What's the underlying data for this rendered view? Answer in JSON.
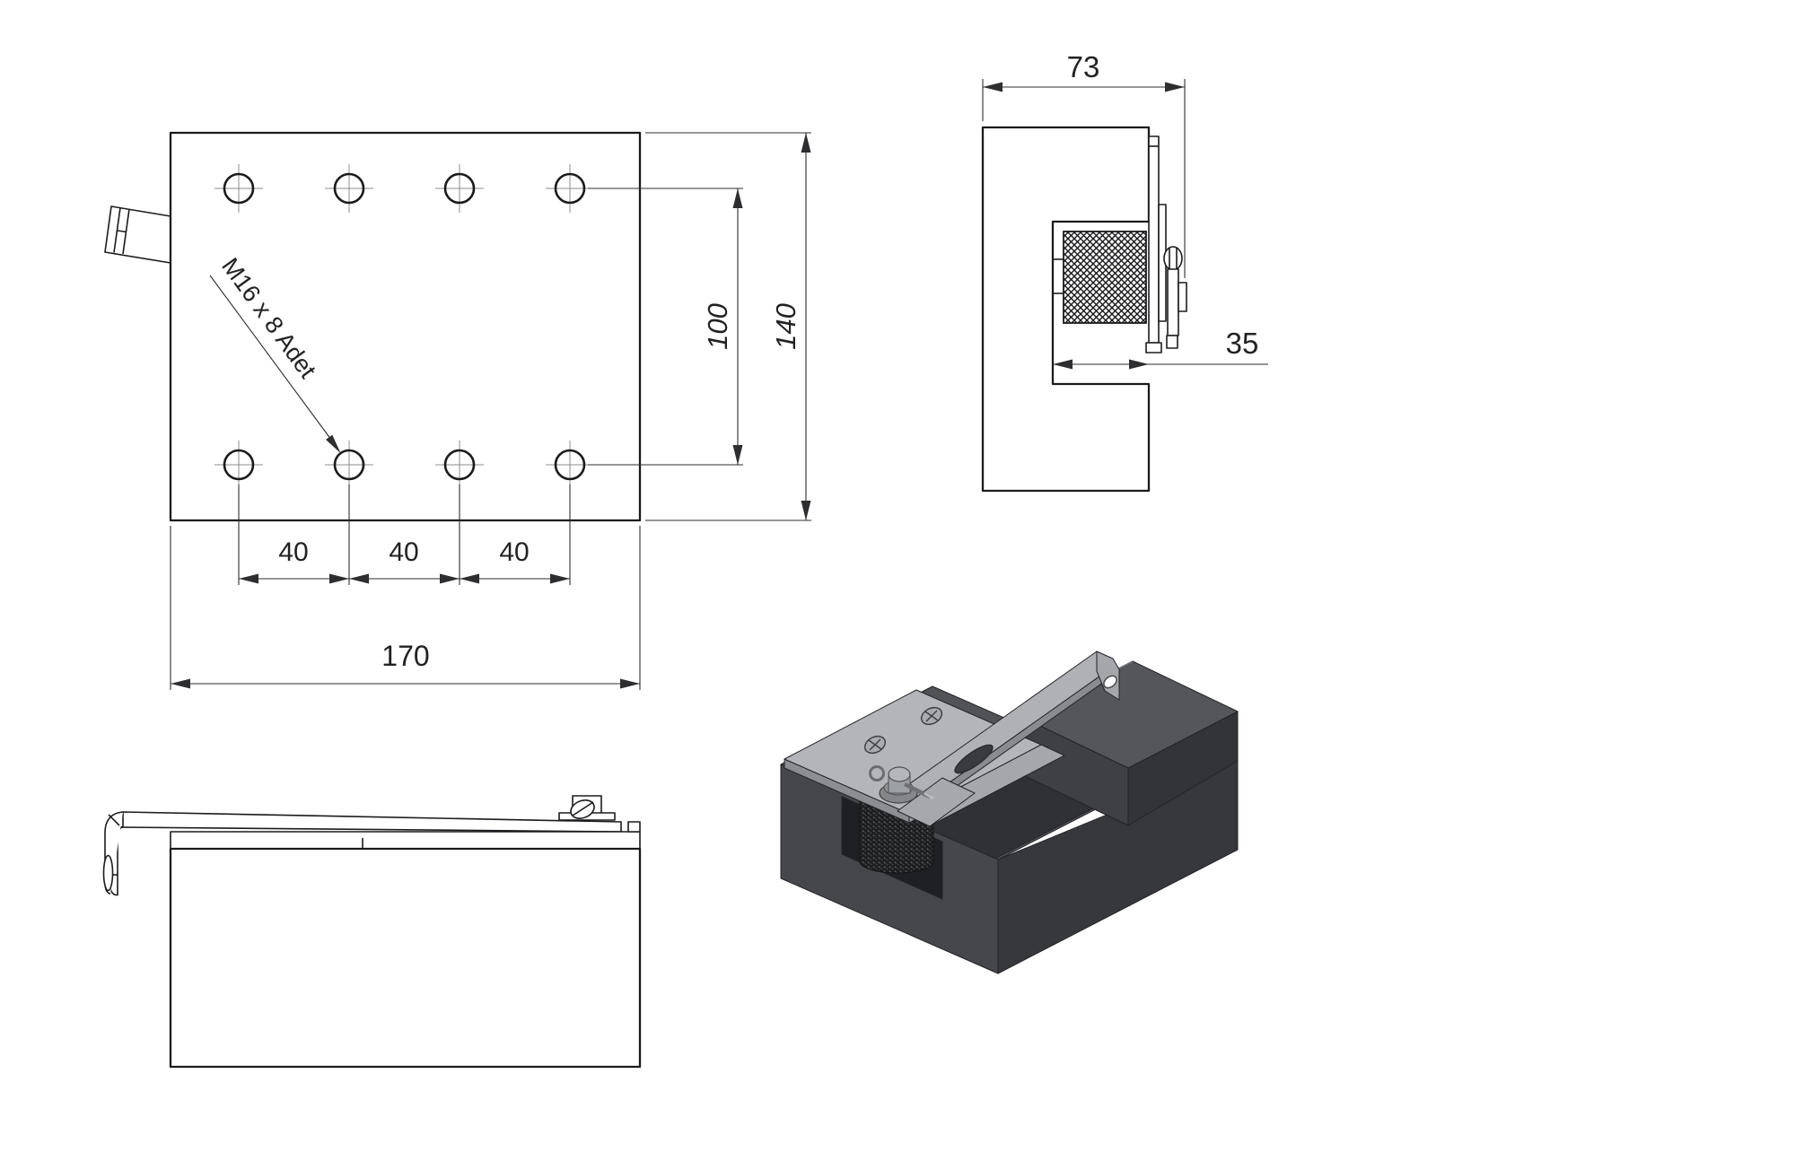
{
  "drawing": {
    "background": "#ffffff",
    "line_color": "#1b1b1e",
    "dim_color": "#2e2e30",
    "top_view": {
      "note": "M16 x 8 Adet",
      "dim_width": "170",
      "dim_height": "140",
      "dim_row_spacing": "100",
      "dim_pitch": [
        "40",
        "40",
        "40"
      ],
      "hole_count": 8
    },
    "side_view": {
      "dim_depth": "73",
      "dim_notch": "35"
    },
    "front_view": {},
    "iso_view": {
      "colors": {
        "block_top": "#525357",
        "block_front": "#46474a",
        "block_right": "#37383b",
        "rear_top": "#55565a",
        "rear_front": "#3f4043",
        "channel_floor": "#303134",
        "pocket": "#1f2023",
        "knurl_dark": "#1d1e20",
        "plate_top": "#b4b5b8",
        "plate_edge": "#8d8e92",
        "lever_top": "#b0b1b5",
        "hardware": "#9da0a5"
      }
    }
  }
}
